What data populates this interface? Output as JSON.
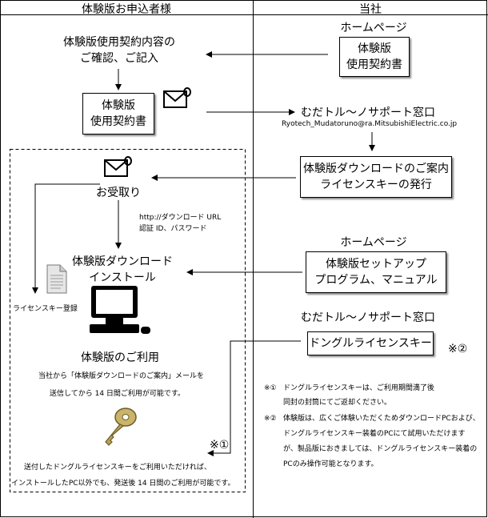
{
  "headers": {
    "left": "体験版お申込者様",
    "right": "当社"
  },
  "left": {
    "confirm_line1": "体験版使用契約内容の",
    "confirm_line2": "ご確認、ご記入",
    "contract_box_line1": "体験版",
    "contract_box_line2": "使用契約書",
    "receive": "お受取り",
    "url_line1": "http://ダウンロード URL",
    "url_line2": "認証 ID、パスワード",
    "install_line1": "体験版ダウンロード",
    "install_line2": "インストール",
    "license_register": "ライセンスキー登録",
    "use_title": "体験版のご利用",
    "use_line1": "当社から「体験版ダウンロードのご案内」メールを",
    "use_line2": "送信してから 14 日間ご利用が可能です。",
    "mark1": "※①",
    "bottom_line1": "送付したドングルライセンスキーをご利用いただければ、",
    "bottom_line2": "インストールしたPC以外でも、発送後 14 日間のご利用が可能です。"
  },
  "right": {
    "homepage1": "ホームページ",
    "contract_box_line1": "体験版",
    "contract_box_line2": "使用契約書",
    "support1": "むだトル～ノサポート窓口",
    "email": "Ryotech_Mudatoruno@ra.MitsubishiElectric.co.jp",
    "guide_line1": "体験版ダウンロードのご案内",
    "guide_line2": "ライセンスキーの発行",
    "homepage2": "ホームページ",
    "setup_line1": "体験版セットアップ",
    "setup_line2": "プログラム、マニュアル",
    "support2": "むだトル～ノサポート窓口",
    "dongle": "ドングルライセンスキー",
    "mark2": "※②"
  },
  "notes": {
    "n1_mark": "※①",
    "n1_line1": "ドングルライセンスキーは、ご利用期間満了後",
    "n1_line2": "同封の封筒にてご返却ください。",
    "n2_mark": "※②",
    "n2_line1": "体験版は、広くご体験いただくためダウンロードPCおよび、",
    "n2_line2": "ドングルライセンスキー装着のPCにて試用いただけます",
    "n2_line3": "が、製品版におきましては、ドングルライセンスキー装着の",
    "n2_line4": "PCのみ操作可能となります。"
  }
}
